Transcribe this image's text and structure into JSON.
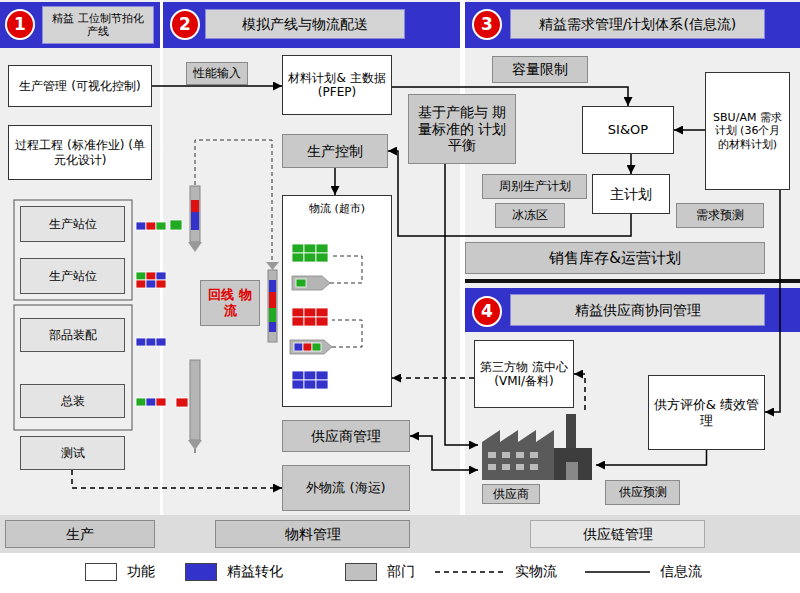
{
  "diagram": {
    "nodes": [
      {
        "text": [
          "1"
        ]
      },
      {
        "text": [
          "精益 工位制节拍化产线"
        ]
      },
      {
        "text": [
          "2"
        ]
      },
      {
        "text": [
          "模拟产线与物流配送"
        ]
      },
      {
        "text": [
          "3"
        ]
      },
      {
        "text": [
          "精益需求管理/计划体系(信息流)"
        ]
      },
      {
        "text": [
          "生产管理 (可视化控制)"
        ]
      },
      {
        "text": [
          "过程工程 (标准作业) (单元化设计)"
        ]
      },
      {
        "text": [
          "材料计划& 主数据 (PFEP)"
        ]
      },
      {
        "text": [
          "容量限制"
        ]
      },
      {
        "text": [
          "SBU/AM 需求计划 (36个月 的材料计划)"
        ]
      },
      {
        "text": [
          "SI&OP"
        ]
      },
      {
        "text": [
          "基于产能与 期量标准的 计划平衡"
        ]
      },
      {
        "text": [
          "生产控制"
        ]
      },
      {
        "text": [
          "周别生产计划"
        ]
      },
      {
        "text": [
          "主计划"
        ]
      },
      {
        "text": [
          "冰冻区"
        ]
      },
      {
        "text": [
          "需求预测"
        ]
      },
      {
        "text": [
          "生产站位"
        ]
      },
      {
        "text": [
          "生产站位"
        ]
      },
      {
        "text": [
          "物流 (超市)"
        ]
      },
      {
        "text": [
          "销售库存&运营计划"
        ]
      },
      {
        "text": [
          "4"
        ]
      },
      {
        "text": [
          "精益供应商协同管理"
        ]
      },
      {
        "text": [
          "回线 物流"
        ]
      },
      {
        "text": [
          "部品装配"
        ]
      },
      {
        "text": [
          "第三方物 流中心 (VMI/备料)"
        ]
      },
      {
        "text": [
          "总装"
        ]
      },
      {
        "text": [
          "供方评价& 绩效管理"
        ]
      },
      {
        "text": [
          "供应商管理"
        ]
      },
      {
        "text": [
          "测试"
        ]
      },
      {
        "text": [
          "外物流 (海运)"
        ]
      },
      {
        "text": [
          "供应商"
        ]
      },
      {
        "text": [
          "供应预测"
        ]
      },
      {
        "text": [
          "生产"
        ]
      },
      {
        "text": [
          "物料管理"
        ]
      },
      {
        "text": [
          "供应链管理"
        ]
      }
    ],
    "edges": [
      {
        "from": 6,
        "to": 8,
        "label": "性能输入",
        "arrow": "to"
      },
      {
        "from": 8,
        "to": 11,
        "arrow": "to"
      },
      {
        "from": 10,
        "to": 11,
        "arrow": "to"
      },
      {
        "from": 11,
        "to": 15,
        "arrow": "to"
      },
      {
        "from": 15,
        "to": 13,
        "arrow": "to"
      },
      {
        "from": 13,
        "to": 20,
        "arrow": "to"
      },
      {
        "from": 12,
        "to": 32,
        "arrow": "to"
      },
      {
        "from": 29,
        "to": 32,
        "arrow": "both"
      },
      {
        "from": 28,
        "to": 32,
        "arrow": "to"
      },
      {
        "from": 10,
        "to": 28,
        "arrow": "to"
      },
      {
        "from": 32,
        "to": 26,
        "arrow": "to"
      },
      {
        "from": 26,
        "to": 20,
        "arrow": "to"
      },
      {
        "from": 30,
        "to": 31,
        "arrow": "to"
      }
    ],
    "legend": [
      {
        "text": "功能",
        "color": "#ffffff"
      },
      {
        "text": "精益转化",
        "color": "#3333cc"
      },
      {
        "text": "部门",
        "color": "#c0c0c0"
      },
      {
        "text": "实物流"
      },
      {
        "text": "信息流"
      }
    ]
  }
}
